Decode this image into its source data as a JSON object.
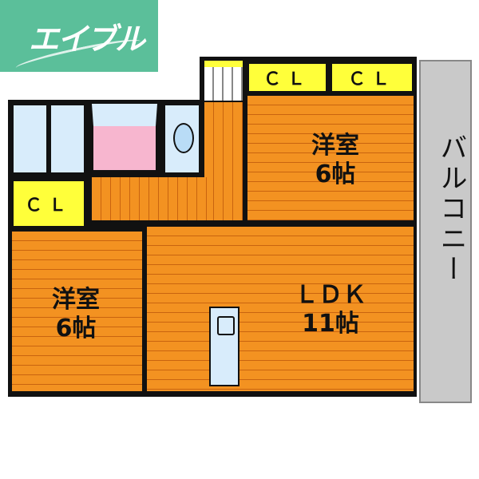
{
  "logo": {
    "text": "エイブル",
    "color": "#5bbf9a"
  },
  "rooms": {
    "bedroom_right": {
      "name": "洋室",
      "size": "6帖"
    },
    "bedroom_left": {
      "name": "洋室",
      "size": "6帖"
    },
    "ldk": {
      "name": "ＬＤＫ",
      "size": "11帖"
    },
    "closets": [
      "ＣＬ",
      "ＣＬ",
      "ＣＬ"
    ],
    "balcony": "バルコニー"
  },
  "colors": {
    "floor": "#f39221",
    "closet": "#ffff3a",
    "wet_area": "#d8ecfb",
    "washroom": "#f7b6cf",
    "balcony": "#c9c9c9"
  }
}
